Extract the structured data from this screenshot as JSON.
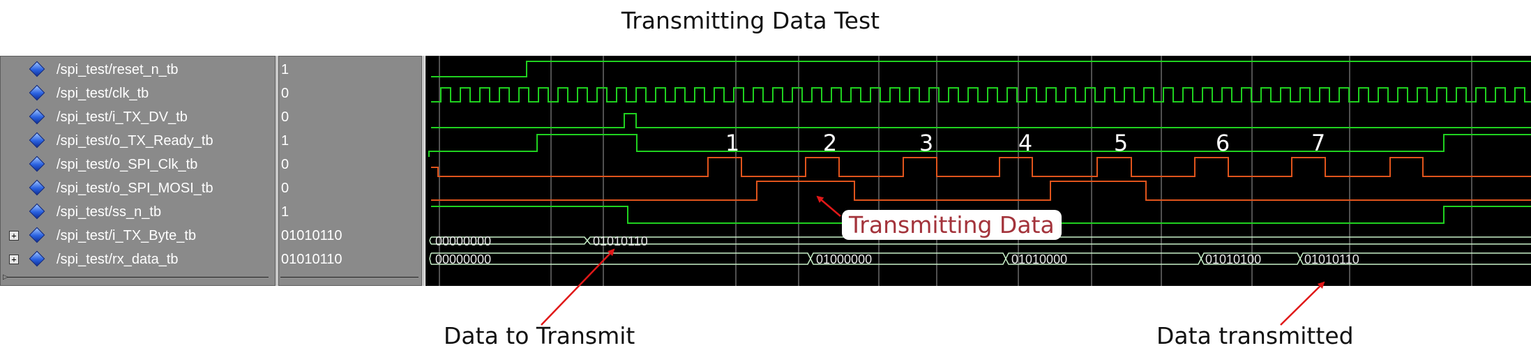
{
  "title": "Transmitting Data Test",
  "signals": [
    {
      "name": "/spi_test/reset_n_tb",
      "value": "1",
      "expandable": false
    },
    {
      "name": "/spi_test/clk_tb",
      "value": "0",
      "expandable": false
    },
    {
      "name": "/spi_test/i_TX_DV_tb",
      "value": "0",
      "expandable": false
    },
    {
      "name": "/spi_test/o_TX_Ready_tb",
      "value": "1",
      "expandable": false
    },
    {
      "name": "/spi_test/o_SPI_Clk_tb",
      "value": "0",
      "expandable": false
    },
    {
      "name": "/spi_test/o_SPI_MOSI_tb",
      "value": "0",
      "expandable": false
    },
    {
      "name": "/spi_test/ss_n_tb",
      "value": "1",
      "expandable": false
    },
    {
      "name": "/spi_test/i_TX_Byte_tb",
      "value": "01010110",
      "expandable": true
    },
    {
      "name": "/spi_test/rx_data_tb",
      "value": "01010110",
      "expandable": true
    }
  ],
  "expand_glyph": "+",
  "bus_values": {
    "tx_byte": [
      "00000000",
      "01010110"
    ],
    "rx_data": [
      "00000000",
      "01000000",
      "01010000",
      "01010100",
      "01010110"
    ]
  },
  "bit_numbers": [
    "1",
    "2",
    "3",
    "4",
    "5",
    "6",
    "7"
  ],
  "annotations": {
    "transmitting_data": "Transmitting Data",
    "data_to_transmit": "Data to Transmit",
    "data_transmitted": "Data transmitted"
  },
  "colors": {
    "waveform_green": "#1fd11f",
    "waveform_orange": "#e0541c",
    "bus_outline": "#c8f0c8",
    "panel_gray": "#8a8a8a",
    "annotation_red": "#e01818",
    "label_red": "#a3333b"
  },
  "icons": {
    "signal": "blue-diamond-icon",
    "expand": "plus-box-icon"
  }
}
